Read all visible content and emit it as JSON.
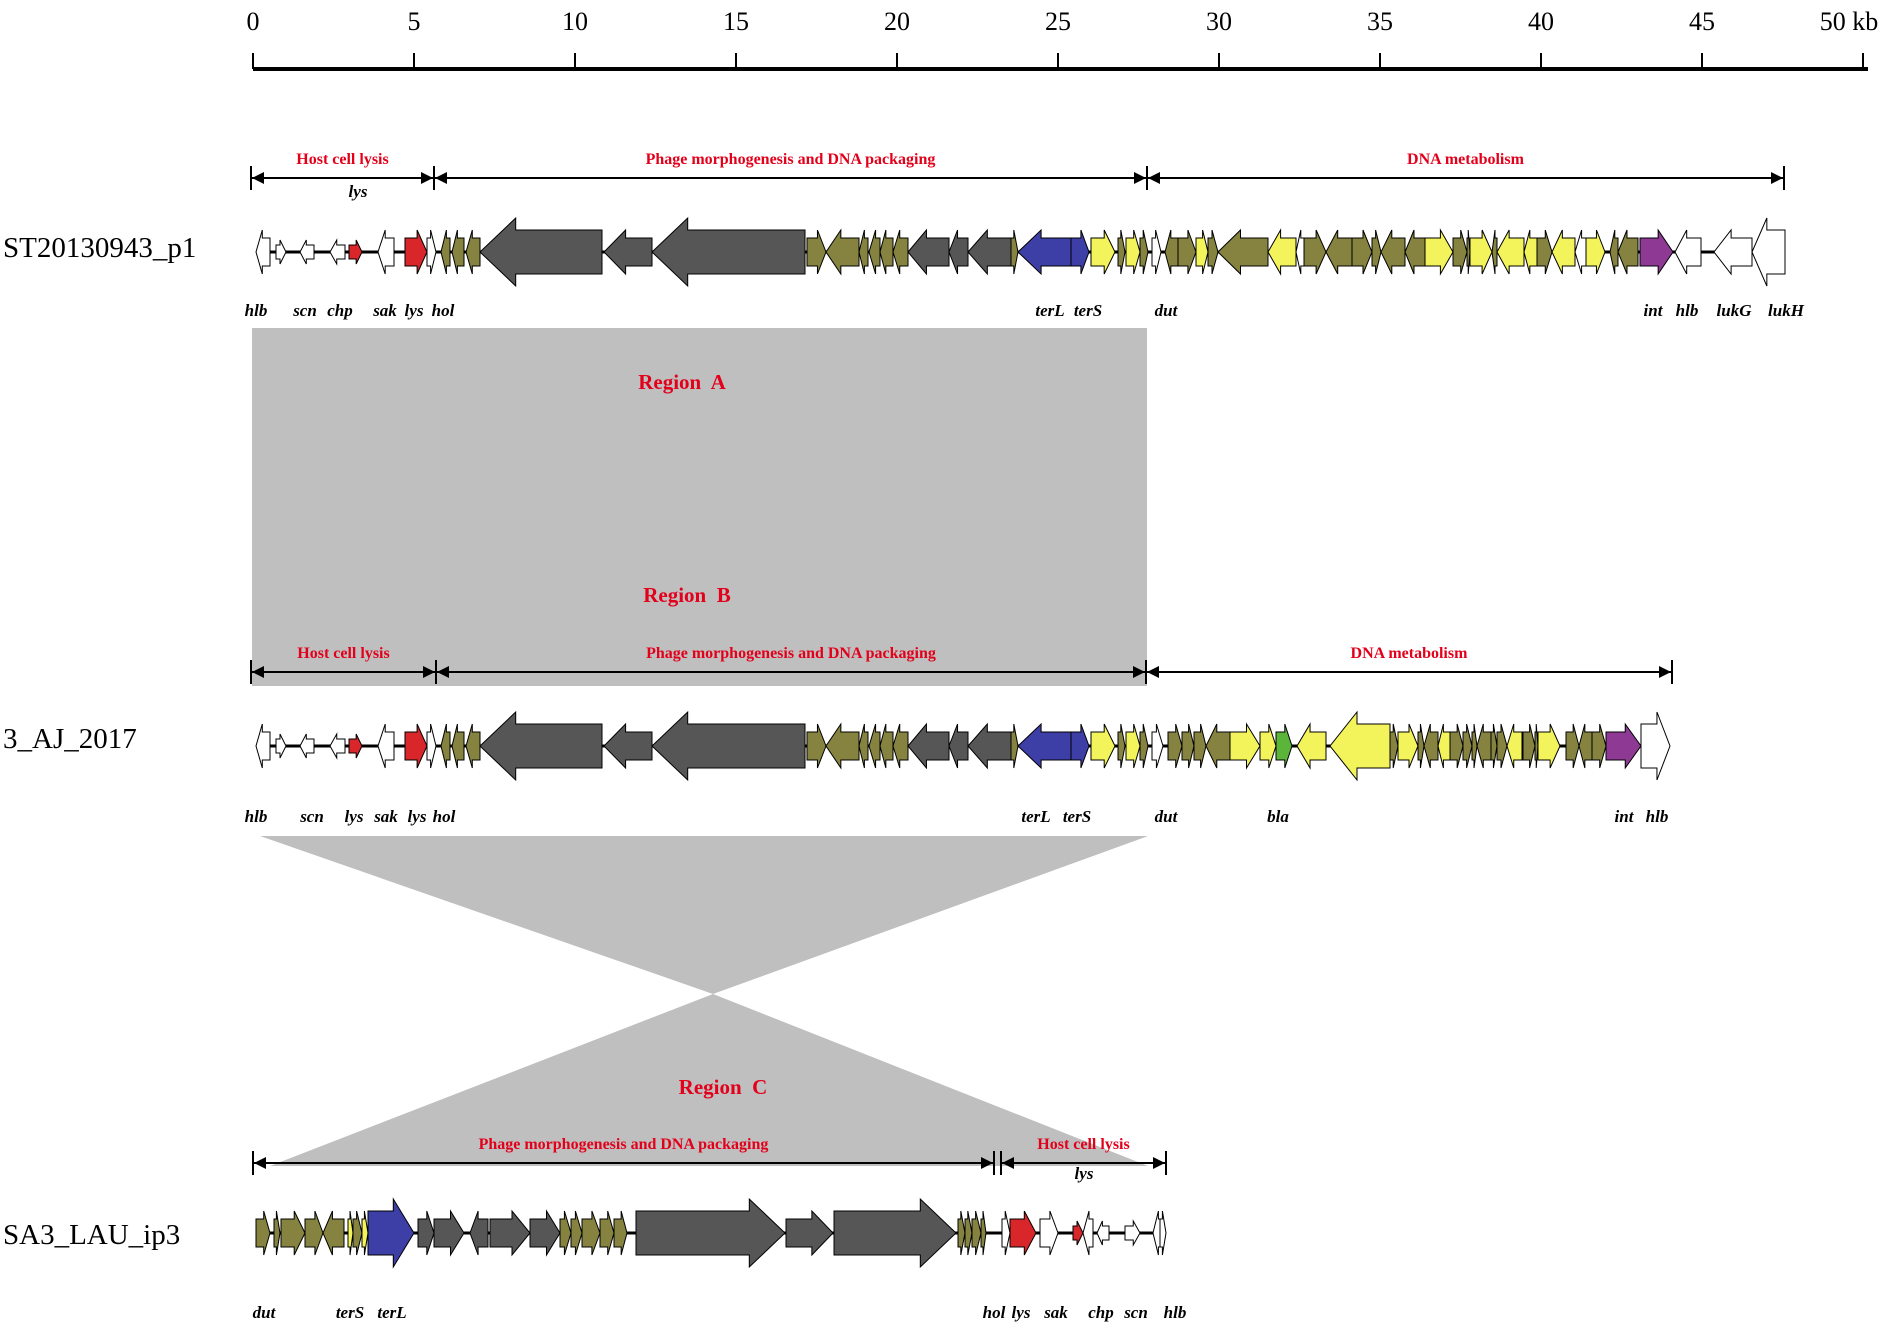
{
  "colors": {
    "backbone": "#000000",
    "module_text": "#e3001b",
    "region_text": "#e3001b",
    "region_fill": "#bfbfbf",
    "lys": "#d8262b",
    "terminase": "#3d3fa6",
    "integrase": "#8e3a95",
    "bla": "#5bb53a",
    "hypothetical": "#f3f35b",
    "olive": "#85833f",
    "structural": "#565656",
    "other": "#ffffff"
  },
  "scale": {
    "ticks": [
      "0",
      "5",
      "10",
      "15",
      "20",
      "25",
      "30",
      "35",
      "40",
      "45",
      "50 kb"
    ]
  },
  "regions": [
    {
      "id": "A",
      "label": "Region  A"
    },
    {
      "id": "B",
      "label": "Region  B"
    },
    {
      "id": "C",
      "label": "Region  C"
    }
  ],
  "genomes": [
    {
      "name": "ST20130943_p1",
      "modules": [
        "Host cell lysis",
        "Phage morphogenesis and DNA packaging",
        "DNA metabolism"
      ],
      "top_labels": [
        "lys"
      ],
      "gene_labels": [
        "hlb",
        "scn",
        "chp",
        "sak",
        "lys",
        "hol",
        "terL",
        "terS",
        "dut",
        "int",
        "hlb",
        "lukG",
        "lukH"
      ]
    },
    {
      "name": "3_AJ_2017",
      "modules": [
        "Host cell lysis",
        "Phage morphogenesis and DNA packaging",
        "DNA metabolism"
      ],
      "top_labels": [],
      "gene_labels": [
        "hlb",
        "scn",
        "lys",
        "sak",
        "lys",
        "hol",
        "terL",
        "terS",
        "dut",
        "bla",
        "int",
        "hlb"
      ]
    },
    {
      "name": "SA3_LAU_ip3",
      "modules": [
        "Phage morphogenesis and DNA packaging",
        "Host cell lysis"
      ],
      "top_labels": [
        "lys"
      ],
      "gene_labels": [
        "dut",
        "terS",
        "terL",
        "hol",
        "lys",
        "sak",
        "chp",
        "scn",
        "hlb"
      ]
    }
  ]
}
